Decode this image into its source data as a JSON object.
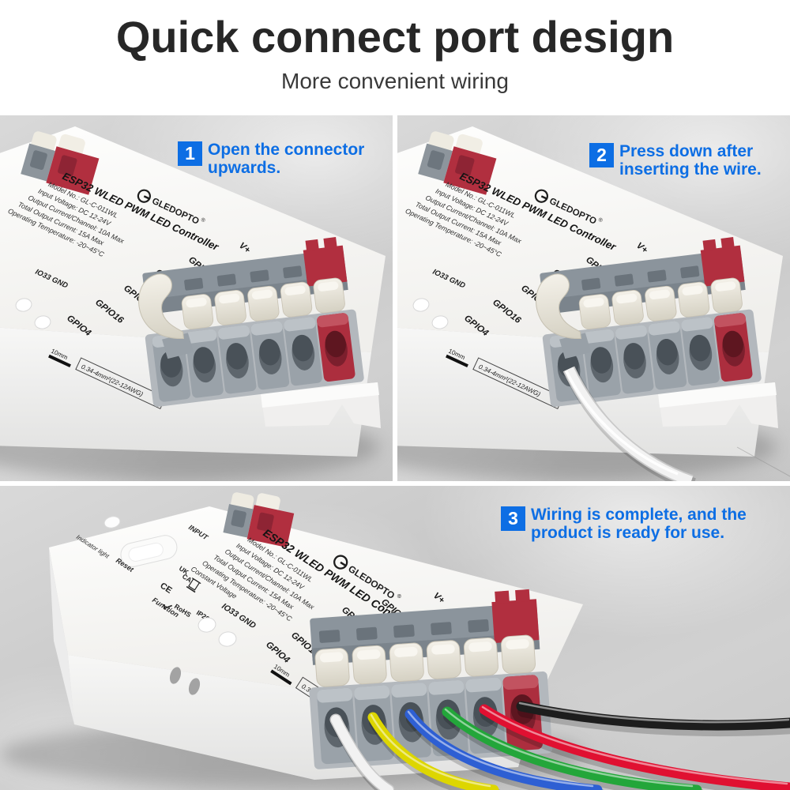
{
  "header": {
    "title": "Quick connect port design",
    "subtitle": "More convenient wiring"
  },
  "steps": [
    {
      "number": "1",
      "lines": [
        "Open the connector",
        "upwards."
      ]
    },
    {
      "number": "2",
      "lines": [
        "Press down after",
        "inserting the wire."
      ]
    },
    {
      "number": "3",
      "lines": [
        "Wiring is complete, and the",
        "product is ready for use."
      ]
    }
  ],
  "device": {
    "brand": "GLEDOPTO",
    "brand_reg": "®",
    "product_name": "ESP32 WLED PWM LED Controller",
    "specs": [
      "Model No.: GL-C-011WL",
      "Input Voltage: DC 12-24V",
      "Output Current/Channel: 10A Max",
      "Total Output Current: 15A Max",
      "Operating Temperature: -20~45°C"
    ],
    "constant_voltage": "Constant Voltage",
    "function_label": "Function",
    "reset_label": "Reset",
    "indicator_label": "Indicator light",
    "input_label": "INPUT",
    "io33": "IO33 GND",
    "ports": [
      "GPIO4",
      "GPIO16",
      "GPIO17",
      "GPIO18",
      "GPIO19",
      "V+"
    ],
    "certs": {
      "uk": "UK",
      "ca": "CA",
      "ce": "CE",
      "rohs": "RoHS",
      "ip": "IP20"
    },
    "ruler": "10mm",
    "wire_gauge": "0.34-4mm²(22-12AWG)"
  },
  "wires": [
    {
      "name": "white",
      "hex": "#f2f2f2"
    },
    {
      "name": "yellow",
      "hex": "#ddd600"
    },
    {
      "name": "blue",
      "hex": "#2e5fd3"
    },
    {
      "name": "green",
      "hex": "#23a63a"
    },
    {
      "name": "red",
      "hex": "#e01031"
    },
    {
      "name": "black",
      "hex": "#1d1d1d"
    }
  ],
  "colors": {
    "step_blue": "#0d6ee4",
    "background": "#ffffff",
    "marble": "#cbcbcb",
    "device_white": "#f8f8f8",
    "port_gray": "#9aa2a9",
    "port_red": "#ac2e3e",
    "lever_cream": "#ece8dc",
    "housing_gray": "#8b949c"
  }
}
